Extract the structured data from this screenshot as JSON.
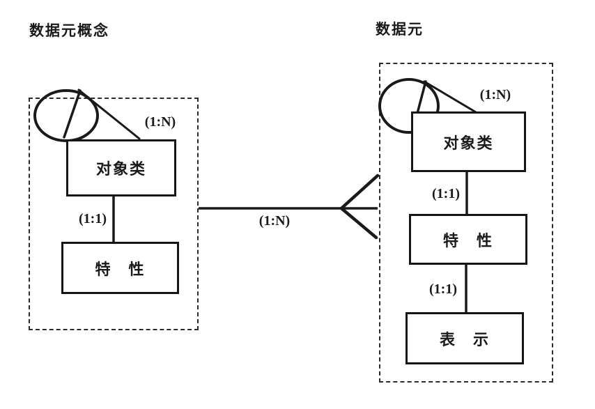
{
  "left": {
    "title": "数据元概念",
    "object_class": "对象类",
    "property": "特 性",
    "recursion_cardinality": "(1:N)",
    "property_cardinality": "(1:1)"
  },
  "right": {
    "title": "数据元",
    "object_class": "对象类",
    "property": "特 性",
    "representation": "表 示",
    "recursion_cardinality": "(1:N)",
    "object_property_cardinality": "(1:1)",
    "property_representation_cardinality": "(1:1)"
  },
  "link": {
    "cardinality": "(1:N)"
  },
  "colors": {
    "ink": "#1a1a1a",
    "background": "#ffffff"
  }
}
